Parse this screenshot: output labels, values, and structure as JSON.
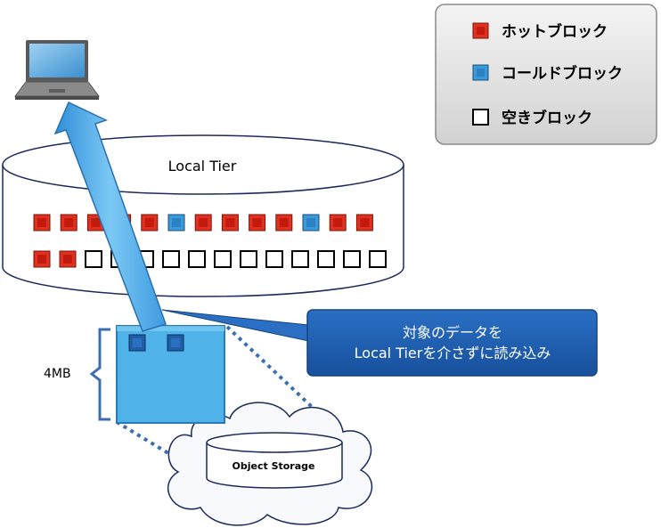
{
  "legend": {
    "hot_label": "ホットブロック",
    "cold_label": "コールドブロック",
    "empty_label": "空きブロック"
  },
  "local_tier": {
    "label": "Local Tier",
    "row1": [
      "hot",
      "hot",
      "hot",
      "hot",
      "hot",
      "cold",
      "hot",
      "hot",
      "hot",
      "hot",
      "cold",
      "hot",
      "hot"
    ],
    "row2": [
      "hot",
      "hot",
      "empty",
      "empty",
      "empty",
      "empty",
      "empty",
      "empty",
      "empty",
      "empty",
      "empty",
      "empty",
      "empty",
      "empty"
    ]
  },
  "object_block": {
    "size_label": "4MB"
  },
  "object_storage": {
    "label": "Object Storage"
  },
  "callout": {
    "line1": "対象のデータを",
    "line2": "Local Tierを介さずに読み込み"
  },
  "colors": {
    "hot": "#e03020",
    "cold": "#3a9ad9",
    "empty_border": "#000000",
    "block_fill": "#4fb3ea",
    "callout_fill": "#1f5fb5",
    "arrow_fill": "#58b4ee"
  }
}
